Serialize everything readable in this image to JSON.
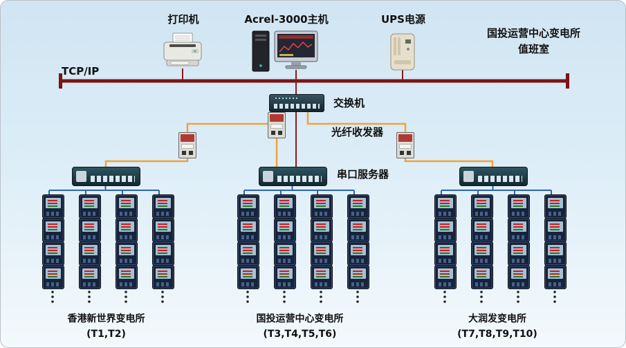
{
  "colors": {
    "bus": "#7a1417",
    "device_link": "#8a1b1b",
    "fiber_link": "#f0a33a",
    "meter_link": "#2e63b5",
    "dots": "#222222"
  },
  "top": {
    "printer_label": "打印机",
    "host_label": "Acrel-3000主机",
    "ups_label": "UPS电源",
    "room_line1": "国投运营中心变电所",
    "room_line2": "值班室"
  },
  "bus": {
    "label": "TCP/IP"
  },
  "network": {
    "switch_label": "交换机",
    "fiber_label": "光纤收发器",
    "serial_label": "串口服务器"
  },
  "groups": [
    {
      "name": "香港新世界变电所",
      "units": "(T1,T2)",
      "meter_columns": 4,
      "meter_rows": 4,
      "more_dots": true
    },
    {
      "name": "国投运营中心变电所",
      "units": "(T3,T4,T5,T6)",
      "meter_columns": 4,
      "meter_rows": 4,
      "more_dots": true
    },
    {
      "name": "大润发变电所",
      "units": "(T7,T8,T9,T10)",
      "meter_columns": 4,
      "meter_rows": 4,
      "more_dots": true
    }
  ]
}
